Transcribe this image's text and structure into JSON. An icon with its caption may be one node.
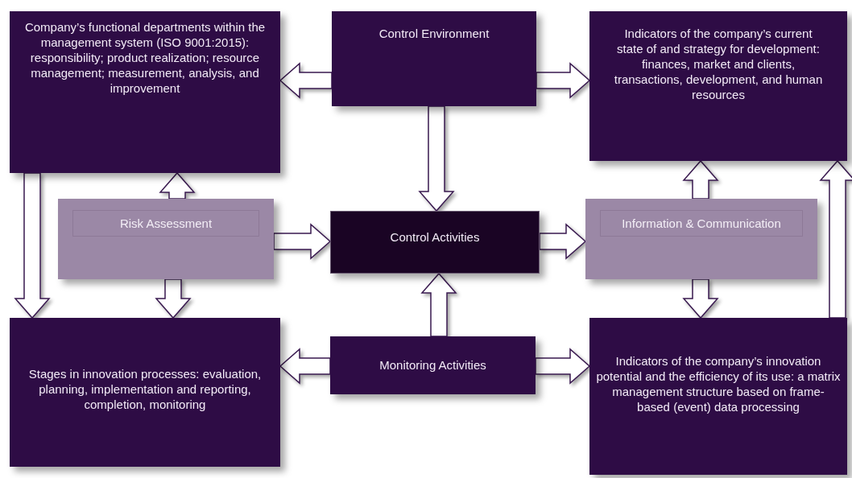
{
  "diagram": {
    "nodes": [
      {
        "text": [
          "Company’s functional departments within the management system (ISO 9001:2015): responsibility; product realization; resource management; measurement, analysis, and improvement"
        ]
      },
      {
        "text": [
          "Control Environment"
        ]
      },
      {
        "text": [
          "Indicators of the company’s current state of and strategy for development: finances, market and clients, transactions, development, and human resources"
        ]
      },
      {
        "text": [
          "Risk Assessment"
        ]
      },
      {
        "text": [
          "Control Activities"
        ]
      },
      {
        "text": [
          "Information & Communication"
        ]
      },
      {
        "text": [
          "Stages in innovation processes: evaluation, planning, implementation and reporting, completion, monitoring"
        ]
      },
      {
        "text": [
          "Monitoring Activities"
        ]
      },
      {
        "text": [
          "Indicators of the company’s innovation potential and the efficiency of its use: a matrix management structure based on frame-based (event) data processing"
        ]
      }
    ],
    "edges": [
      {
        "from": 1,
        "to": 0,
        "arrow": "to"
      },
      {
        "from": 1,
        "to": 2,
        "arrow": "to"
      },
      {
        "from": 1,
        "to": 4,
        "arrow": "to"
      },
      {
        "from": 3,
        "to": 0,
        "arrow": "to"
      },
      {
        "from": 3,
        "to": 6,
        "arrow": "to"
      },
      {
        "from": 0,
        "to": 6,
        "arrow": "to"
      },
      {
        "from": 3,
        "to": 4,
        "arrow": "to"
      },
      {
        "from": 4,
        "to": 5,
        "arrow": "to"
      },
      {
        "from": 5,
        "to": 2,
        "arrow": "to"
      },
      {
        "from": 5,
        "to": 8,
        "arrow": "to"
      },
      {
        "from": 7,
        "to": 4,
        "arrow": "to"
      },
      {
        "from": 7,
        "to": 6,
        "arrow": "to"
      },
      {
        "from": 7,
        "to": 8,
        "arrow": "to"
      },
      {
        "from": 8,
        "to": 2,
        "arrow": "to"
      }
    ]
  }
}
